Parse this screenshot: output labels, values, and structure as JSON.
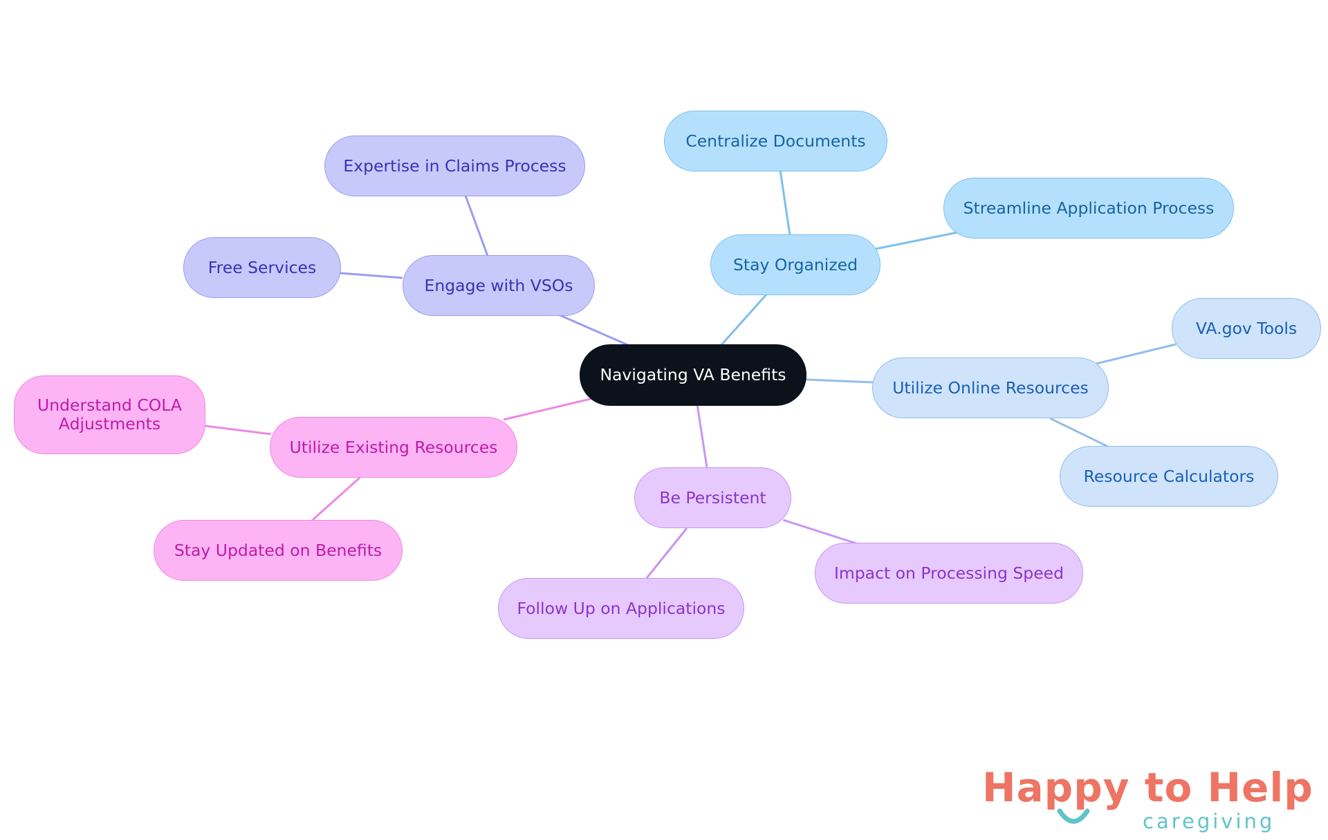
{
  "diagram": {
    "root": {
      "label": "Navigating VA Benefits"
    },
    "branches": [
      {
        "id": "vso",
        "label": "Engage with VSOs",
        "color": "#9b9cee",
        "children": [
          "Expertise in Claims Process",
          "Free Services"
        ]
      },
      {
        "id": "org",
        "label": "Stay Organized",
        "color": "#7cc0ee",
        "children": [
          "Centralize Documents",
          "Streamline Application Process"
        ]
      },
      {
        "id": "online",
        "label": "Utilize Online Resources",
        "color": "#93bdeb",
        "children": [
          "VA.gov Tools",
          "Resource Calculators"
        ]
      },
      {
        "id": "exist",
        "label": "Utilize Existing Resources",
        "color": "#ef88e2",
        "children": [
          "Understand COLA Adjustments",
          "Stay Updated on Benefits"
        ]
      },
      {
        "id": "persist",
        "label": "Be Persistent",
        "color": "#c795f2",
        "children": [
          "Follow Up on Applications",
          "Impact on Processing Speed"
        ]
      }
    ]
  },
  "brand": {
    "title": "Happy to Help",
    "subtitle": "caregiving",
    "title_color": "#ee7463",
    "accent_color": "#5ec4c7"
  }
}
